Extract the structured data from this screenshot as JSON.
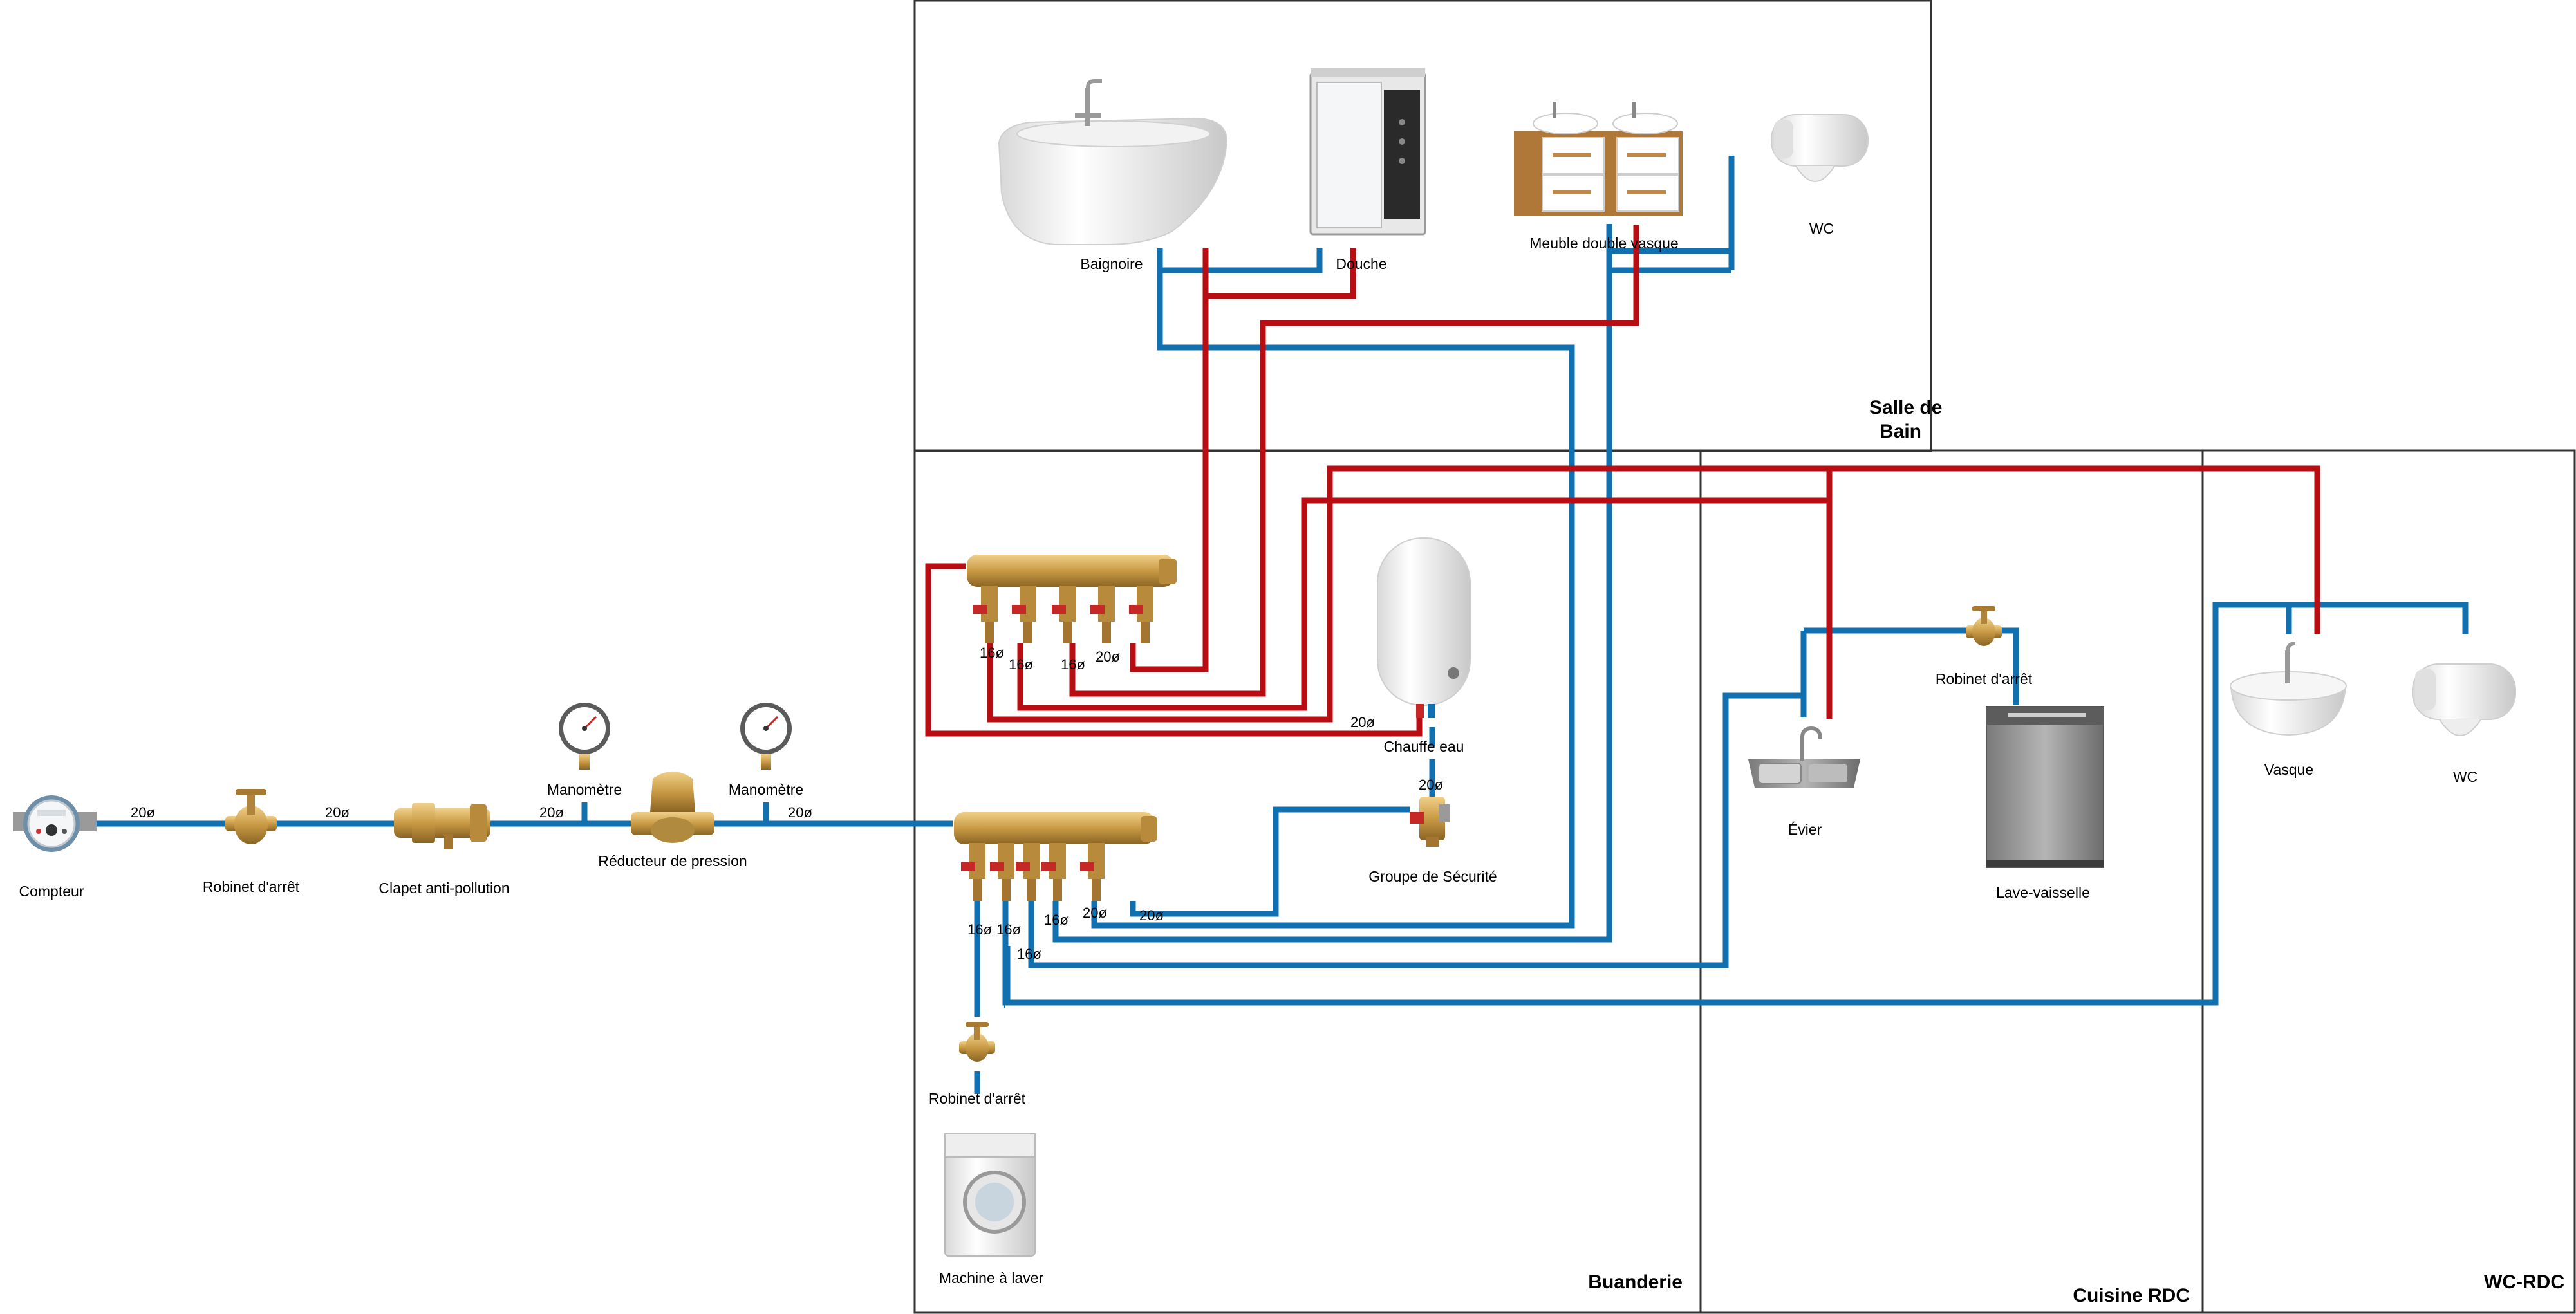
{
  "rooms": {
    "salle_de_bain": [
      "Salle de",
      "Bain"
    ],
    "buanderie": "Buanderie",
    "cuisine": "Cuisine RDC",
    "wc_rdc": "WC-RDC"
  },
  "labels": {
    "compteur": "Compteur",
    "robinet_1": "Robinet d'arrêt",
    "clapet": "Clapet anti-pollution",
    "manometre_1": "Manomètre",
    "reducteur": "Réducteur de pression",
    "manometre_2": "Manomètre",
    "baignoire": "Baignoire",
    "douche": "Douche",
    "meuble": "Meuble double vasque",
    "wc_sdb": "WC",
    "chauffe_eau": "Chauffe eau",
    "groupe": "Groupe de Sécurité",
    "robinet_lave": "Robinet d'arrêt",
    "machine": "Machine à laver",
    "evier": "Évier",
    "robinet_cuisine": "Robinet d'arrêt",
    "lave_vaisselle": "Lave-vaisselle",
    "vasque": "Vasque",
    "wc_rdc": "WC"
  },
  "diameters": {
    "d1": "20ø",
    "d2": "20ø",
    "d3": "20ø",
    "d4": "20ø",
    "hot_1": "16ø",
    "hot_2": "16ø",
    "hot_3": "16ø",
    "hot_4": "20ø",
    "hot_5": "20ø",
    "cold_1": "16ø",
    "cold_2": "16ø",
    "cold_3": "16ø",
    "cold_4": "16ø",
    "cold_5": "20ø",
    "cold_6": "20ø",
    "groupe": "20ø"
  },
  "colors": {
    "cold_pipe": "#1070b0",
    "hot_pipe": "#b80d12",
    "brass": "#c99a45",
    "valve_red": "#c62828"
  }
}
